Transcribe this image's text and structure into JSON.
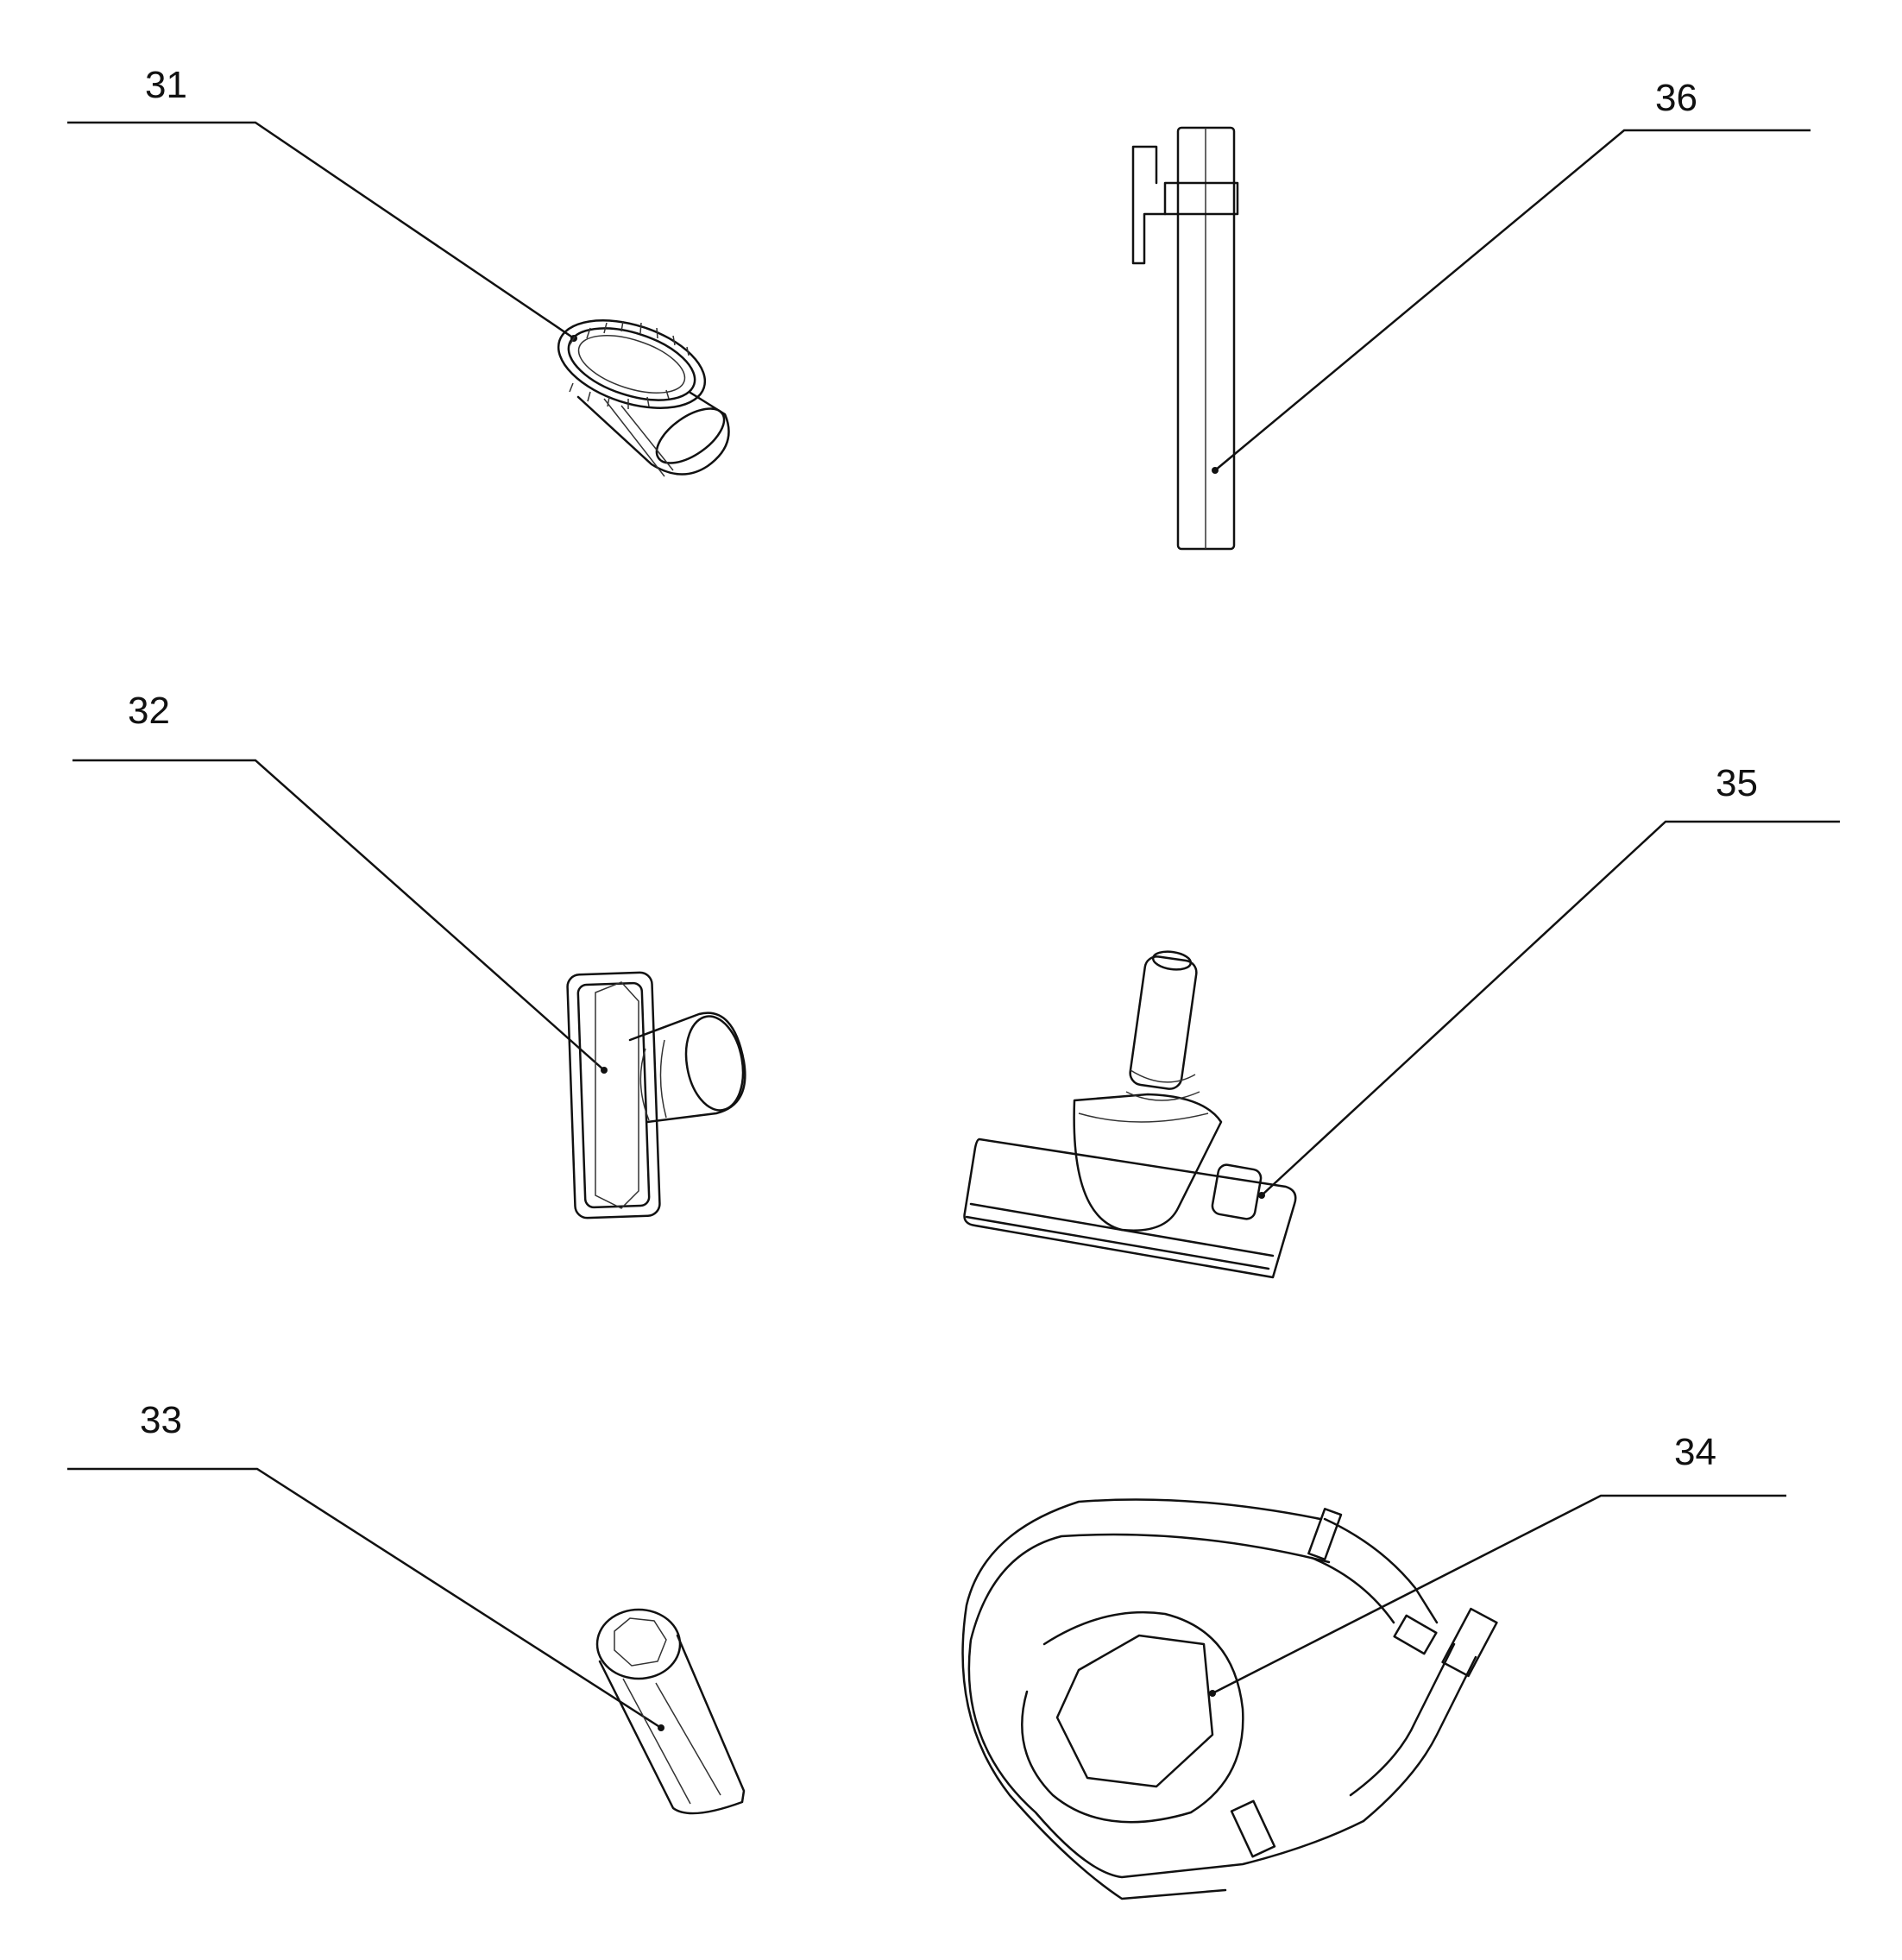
{
  "labels": {
    "p31": "31",
    "p32": "32",
    "p33": "33",
    "p34": "34",
    "p35": "35",
    "p36": "36"
  }
}
